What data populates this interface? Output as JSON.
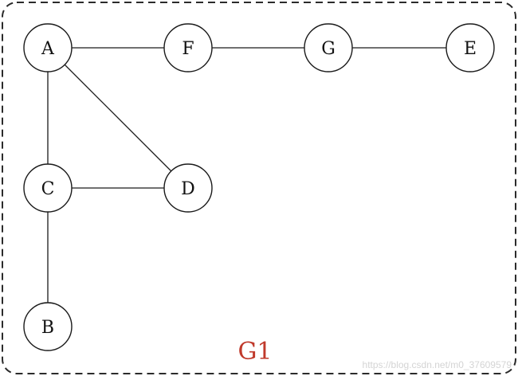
{
  "graph": {
    "title": "G1",
    "title_color": "#c0392b",
    "nodes": [
      {
        "id": "A",
        "label": "A"
      },
      {
        "id": "F",
        "label": "F"
      },
      {
        "id": "G",
        "label": "G"
      },
      {
        "id": "E",
        "label": "E"
      },
      {
        "id": "C",
        "label": "C"
      },
      {
        "id": "D",
        "label": "D"
      },
      {
        "id": "B",
        "label": "B"
      }
    ],
    "edges": [
      {
        "from": "A",
        "to": "F"
      },
      {
        "from": "F",
        "to": "G"
      },
      {
        "from": "G",
        "to": "E"
      },
      {
        "from": "A",
        "to": "C"
      },
      {
        "from": "A",
        "to": "D"
      },
      {
        "from": "C",
        "to": "D"
      },
      {
        "from": "C",
        "to": "B"
      }
    ]
  },
  "watermark": "https://blog.csdn.net/m0_37609579"
}
